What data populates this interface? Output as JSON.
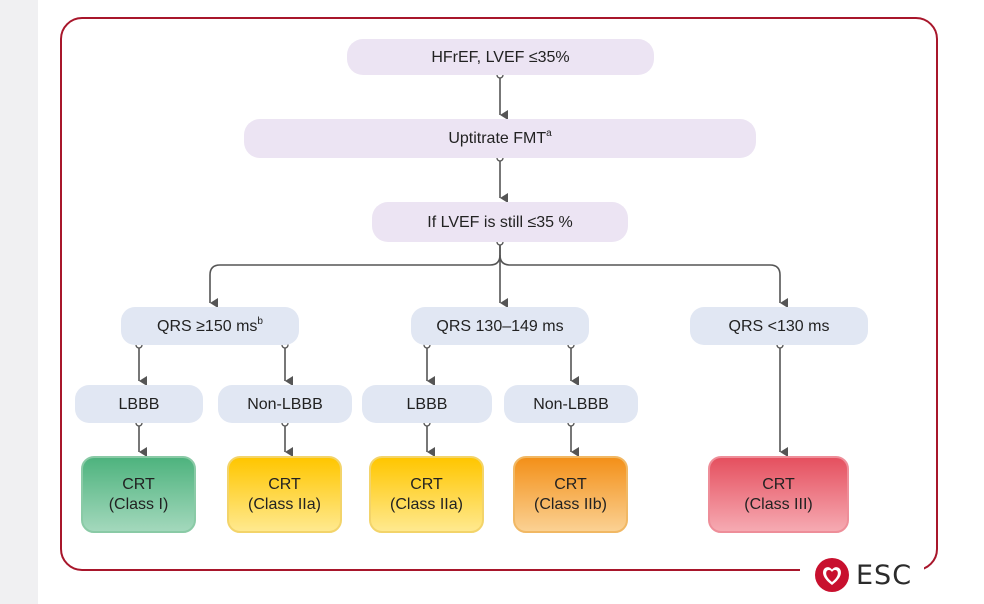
{
  "colors": {
    "frame": "#a8162b",
    "box_purple": "#ece4f3",
    "box_blue": "#e1e7f3",
    "class_I": "#4eb37e",
    "class_IIa": "#ffc600",
    "class_IIb": "#f39019",
    "class_III": "#e5505f"
  },
  "nodes": {
    "hfref": "HFrEF, LVEF ≤35%",
    "uptitrate": {
      "text": "Uptitrate FMT",
      "sup": "a"
    },
    "still": "If LVEF is still ≤35 %",
    "qrs150": {
      "text": "QRS ≥150 ms",
      "sup": "b"
    },
    "qrs130_149": "QRS 130–149 ms",
    "qrs130": "QRS <130 ms",
    "lbbb_1": "LBBB",
    "nonlbbb_1": "Non-LBBB",
    "lbbb_2": "LBBB",
    "nonlbbb_2": "Non-LBBB"
  },
  "results": [
    {
      "line1": "CRT",
      "line2": "(Class I)"
    },
    {
      "line1": "CRT",
      "line2": "(Class IIa)"
    },
    {
      "line1": "CRT",
      "line2": "(Class IIa)"
    },
    {
      "line1": "CRT",
      "line2": "(Class IIb)"
    },
    {
      "line1": "CRT",
      "line2": "(Class III)"
    }
  ],
  "logo": {
    "text": "ESC",
    "icon": "heart-icon"
  }
}
